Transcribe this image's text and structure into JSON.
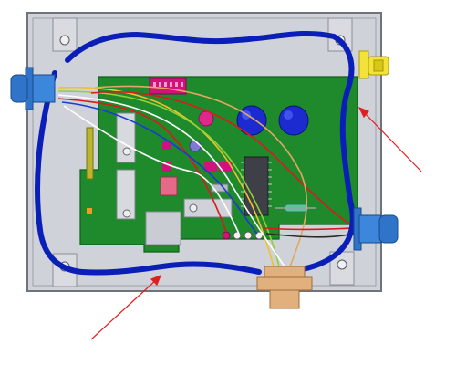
{
  "scene": {
    "background": "#ffffff",
    "enclosure_color": "#cfd2d8",
    "enclosure_edge": "#6f737a",
    "pcb_color": "#1f8a2b",
    "cable_color": "#0a1fb8",
    "connector_color": "#2f74c8",
    "yellow_connector_color": "#f2e23a",
    "orange_connector_color": "#e2b07c",
    "annotation_color": "#e21f1f"
  },
  "components": {
    "header_label": "",
    "electrolytic_caps": 3,
    "terminal_pins": 4
  },
  "callouts": [
    {
      "target": "right-cable-loop"
    },
    {
      "target": "bottom-cable-loop"
    }
  ]
}
